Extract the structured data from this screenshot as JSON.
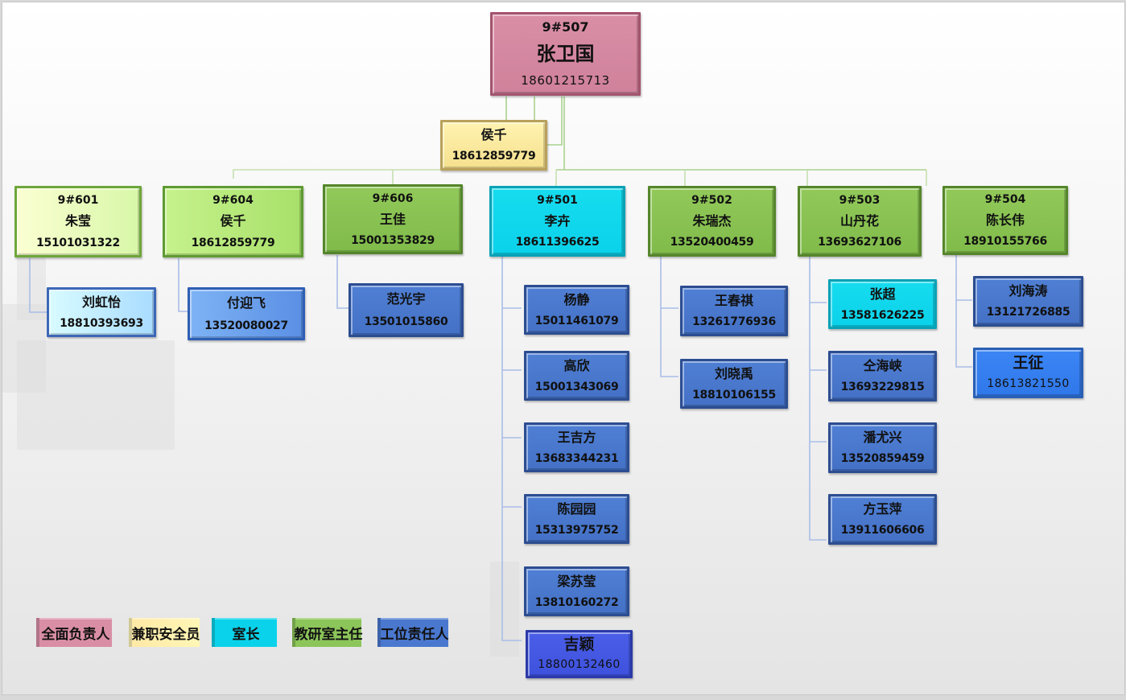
{
  "colors": {
    "overall": "#d0819b",
    "safety": "#f5e08e",
    "room_head": "#0ad2ea",
    "research_head": "#80bb4a",
    "workstation": "#4471c6",
    "connector_green": "#a9d18e",
    "connector_blue": "#9fb5e6"
  },
  "top": {
    "room": "9#507",
    "name": "张卫国",
    "phone": "18601215713"
  },
  "assistant": {
    "name": "侯千",
    "phone": "18612859779"
  },
  "groups": [
    {
      "room": "9#601",
      "name": "朱莹",
      "phone": "15101031322",
      "members": [
        {
          "name": "刘虹怡",
          "phone": "18810393693"
        }
      ]
    },
    {
      "room": "9#604",
      "name": "侯千",
      "phone": "18612859779",
      "members": [
        {
          "name": "付迎飞",
          "phone": "13520080027"
        }
      ]
    },
    {
      "room": "9#606",
      "name": "王佳",
      "phone": "15001353829",
      "members": [
        {
          "name": "范光宇",
          "phone": "13501015860"
        }
      ]
    },
    {
      "room": "9#501",
      "name": "李卉",
      "phone": "18611396625",
      "members": [
        {
          "name": "杨静",
          "phone": "15011461079"
        },
        {
          "name": "高欣",
          "phone": "15001343069"
        },
        {
          "name": "王吉方",
          "phone": "13683344231"
        },
        {
          "name": "陈园园",
          "phone": "15313975752"
        },
        {
          "name": "梁苏莹",
          "phone": "13810160272"
        },
        {
          "name": "吉颖",
          "phone": "18800132460"
        }
      ]
    },
    {
      "room": "9#502",
      "name": "朱瑞杰",
      "phone": "13520400459",
      "members": [
        {
          "name": "王春祺",
          "phone": "13261776936"
        },
        {
          "name": "刘晓禹",
          "phone": "18810106155"
        }
      ]
    },
    {
      "room": "9#503",
      "name": "山丹花",
      "phone": "13693627106",
      "members": [
        {
          "name": "张超",
          "phone": "13581626225"
        },
        {
          "name": "仝海峡",
          "phone": "13693229815"
        },
        {
          "name": "潘尤兴",
          "phone": "13520859459"
        },
        {
          "name": "方玉萍",
          "phone": "13911606606"
        }
      ]
    },
    {
      "room": "9#504",
      "name": "陈长伟",
      "phone": "18910155766",
      "members": [
        {
          "name": "刘海涛",
          "phone": "13121726885"
        },
        {
          "name": "王征",
          "phone": "18613821550"
        }
      ]
    }
  ],
  "legend": [
    {
      "label": "全面负责人",
      "role": "overall"
    },
    {
      "label": "兼职安全员",
      "role": "safety"
    },
    {
      "label": "室长",
      "role": "room_head"
    },
    {
      "label": "教研室主任",
      "role": "research_head"
    },
    {
      "label": "工位责任人",
      "role": "workstation"
    }
  ]
}
